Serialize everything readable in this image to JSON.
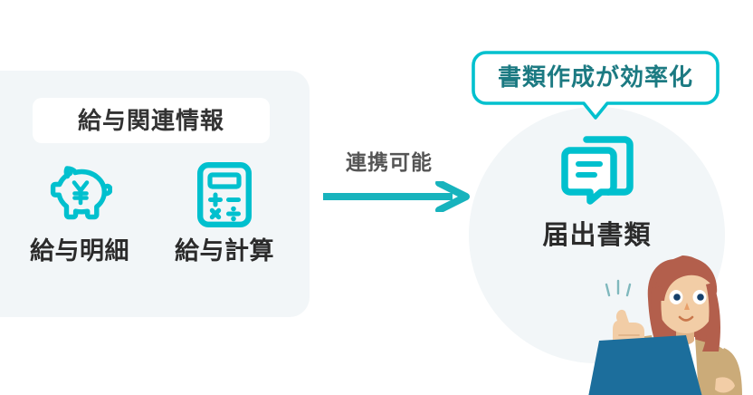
{
  "colors": {
    "teal": "#00c0ce",
    "teal_dark": "#1c7a82",
    "panel_bg": "#f2f6f8",
    "text_dark": "#2b2b2b",
    "text_gray": "#555555",
    "laptop_blue": "#1c6e9c",
    "hair": "#b35f4c",
    "skin": "#efc9a4",
    "jacket": "#cbab79",
    "shirt": "#ffffff",
    "page_bg": "#ffffff"
  },
  "left_panel": {
    "title": "給与関連情報",
    "items": [
      {
        "icon": "piggy-bank-yen-icon",
        "label": "給与明細"
      },
      {
        "icon": "calculator-icon",
        "label": "給与計算"
      }
    ]
  },
  "connector": {
    "label": "連携可能",
    "icon": "arrow-right-icon"
  },
  "right_panel": {
    "bubble_text": "書類作成が効率化",
    "icon": "documents-icon",
    "label": "届出書類"
  },
  "illustration": {
    "name": "woman-thumbs-up-with-laptop",
    "gesture": "thumbs-up-icon",
    "device": "laptop-icon"
  }
}
